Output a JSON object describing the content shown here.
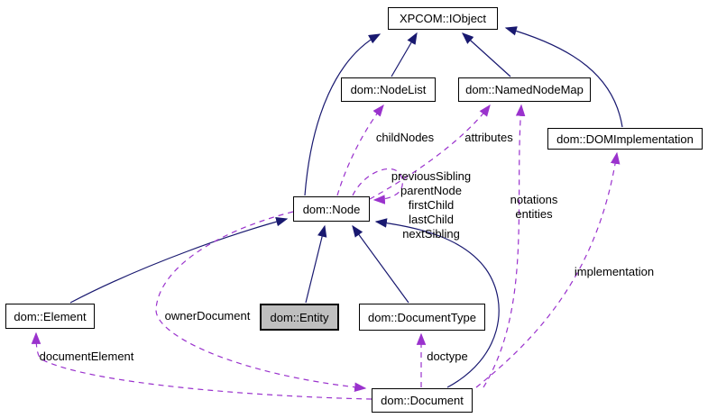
{
  "diagram": {
    "kind": "class-collaboration-graph",
    "colors": {
      "inheritance_edge": "#191970",
      "usage_edge": "#9a32cd",
      "node_border": "#000000",
      "node_fill": "#ffffff",
      "focus_node_fill": "#bfbfbf",
      "text": "#000000",
      "background": "#ffffff"
    },
    "nodes": [
      {
        "id": "xpcom-iobject",
        "label": "XPCOM::IObject",
        "focus": false
      },
      {
        "id": "dom-nodelist",
        "label": "dom::NodeList",
        "focus": false
      },
      {
        "id": "dom-namednodemap",
        "label": "dom::NamedNodeMap",
        "focus": false
      },
      {
        "id": "dom-domimplementation",
        "label": "dom::DOMImplementation",
        "focus": false
      },
      {
        "id": "dom-node",
        "label": "dom::Node",
        "focus": false
      },
      {
        "id": "dom-element",
        "label": "dom::Element",
        "focus": false
      },
      {
        "id": "dom-entity",
        "label": "dom::Entity",
        "focus": true
      },
      {
        "id": "dom-documenttype",
        "label": "dom::DocumentType",
        "focus": false
      },
      {
        "id": "dom-document",
        "label": "dom::Document",
        "focus": false
      }
    ],
    "edge_labels": [
      {
        "id": "childnodes",
        "text": "childNodes"
      },
      {
        "id": "attributes",
        "text": "attributes"
      },
      {
        "id": "previoussibling",
        "text": "previousSibling"
      },
      {
        "id": "parentnode",
        "text": "parentNode"
      },
      {
        "id": "firstchild",
        "text": "firstChild"
      },
      {
        "id": "lastchild",
        "text": "lastChild"
      },
      {
        "id": "nextsibling",
        "text": "nextSibling"
      },
      {
        "id": "notations",
        "text": "notations"
      },
      {
        "id": "entities",
        "text": "entities"
      },
      {
        "id": "implementation",
        "text": "implementation"
      },
      {
        "id": "ownerdocument",
        "text": "ownerDocument"
      },
      {
        "id": "documentelement",
        "text": "documentElement"
      },
      {
        "id": "doctype",
        "text": "doctype"
      }
    ],
    "relationships": [
      {
        "type": "inheritance",
        "from": "dom::NodeList",
        "to": "XPCOM::IObject"
      },
      {
        "type": "inheritance",
        "from": "dom::NamedNodeMap",
        "to": "XPCOM::IObject"
      },
      {
        "type": "inheritance",
        "from": "dom::Node",
        "to": "XPCOM::IObject"
      },
      {
        "type": "inheritance",
        "from": "dom::DOMImplementation",
        "to": "XPCOM::IObject"
      },
      {
        "type": "inheritance",
        "from": "dom::Element",
        "to": "dom::Node"
      },
      {
        "type": "inheritance",
        "from": "dom::Entity",
        "to": "dom::Node"
      },
      {
        "type": "inheritance",
        "from": "dom::DocumentType",
        "to": "dom::Node"
      },
      {
        "type": "inheritance",
        "from": "dom::Document",
        "to": "dom::Node"
      },
      {
        "type": "usage",
        "from": "dom::Node",
        "to": "dom::NodeList",
        "label": "childNodes"
      },
      {
        "type": "usage",
        "from": "dom::Node",
        "to": "dom::NamedNodeMap",
        "label": "attributes"
      },
      {
        "type": "usage",
        "from": "dom::Node",
        "to": "dom::Node",
        "label": "previousSibling parentNode firstChild lastChild nextSibling"
      },
      {
        "type": "usage",
        "from": "dom::Document",
        "to": "dom::NamedNodeMap",
        "label": "notations entities"
      },
      {
        "type": "usage",
        "from": "dom::Document",
        "to": "dom::DOMImplementation",
        "label": "implementation"
      },
      {
        "type": "usage",
        "from": "dom::Node",
        "to": "dom::Document",
        "label": "ownerDocument"
      },
      {
        "type": "usage",
        "from": "dom::Document",
        "to": "dom::Element",
        "label": "documentElement"
      },
      {
        "type": "usage",
        "from": "dom::Document",
        "to": "dom::DocumentType",
        "label": "doctype"
      }
    ]
  }
}
